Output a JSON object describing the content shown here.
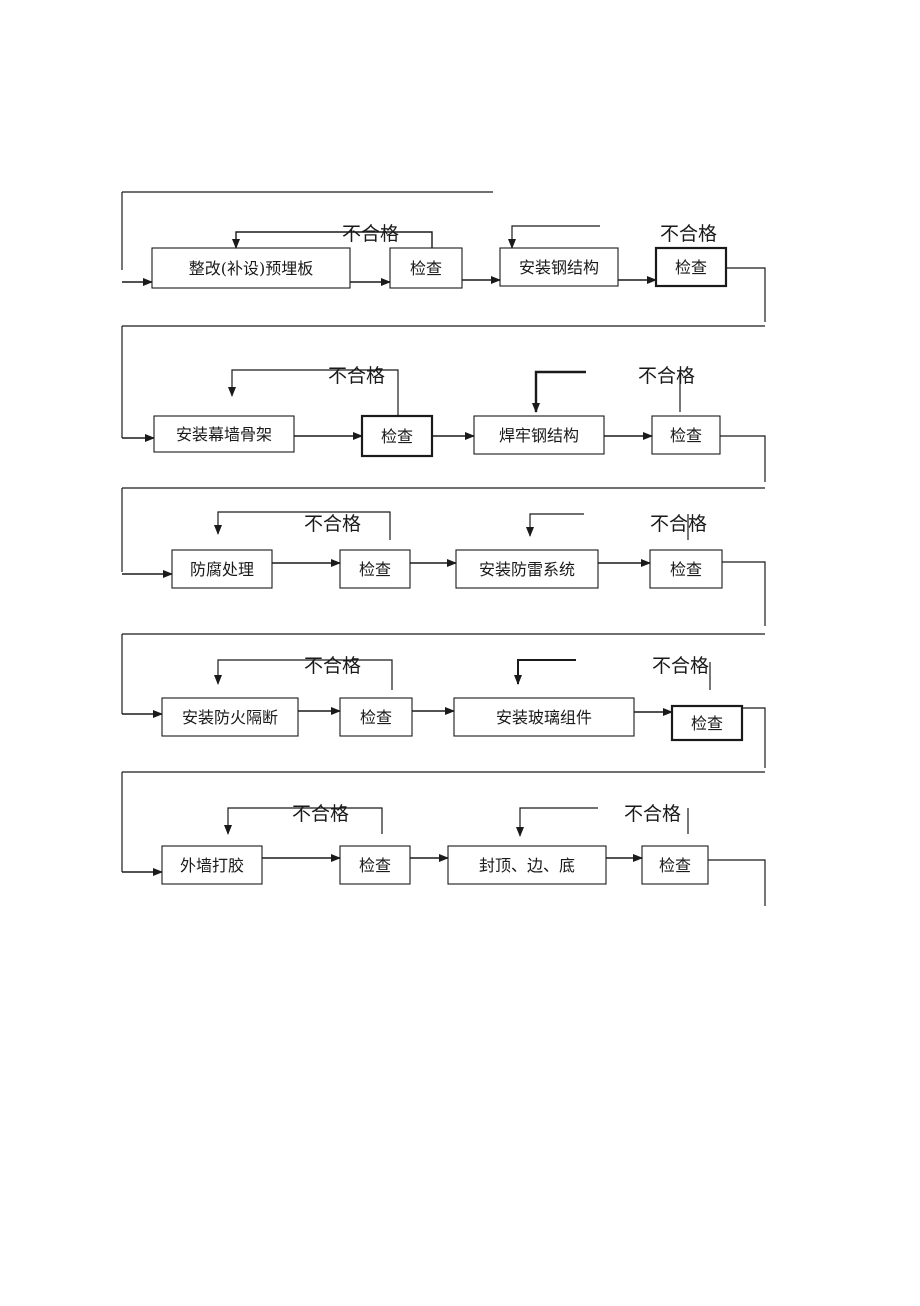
{
  "diagram": {
    "fail_label": "不合格",
    "rows": [
      {
        "steps": [
          "整改(补设)预埋板",
          "检查",
          "安装钢结构",
          "检查"
        ]
      },
      {
        "steps": [
          "安装幕墙骨架",
          "检查",
          "焊牢钢结构",
          "检查"
        ]
      },
      {
        "steps": [
          "防腐处理",
          "检查",
          "安装防雷系统",
          "检查"
        ]
      },
      {
        "steps": [
          "安装防火隔断",
          "检查",
          "安装玻璃组件",
          "检查"
        ]
      },
      {
        "steps": [
          "外墙打胶",
          "检查",
          "封顶、边、底",
          "检查"
        ]
      }
    ]
  }
}
